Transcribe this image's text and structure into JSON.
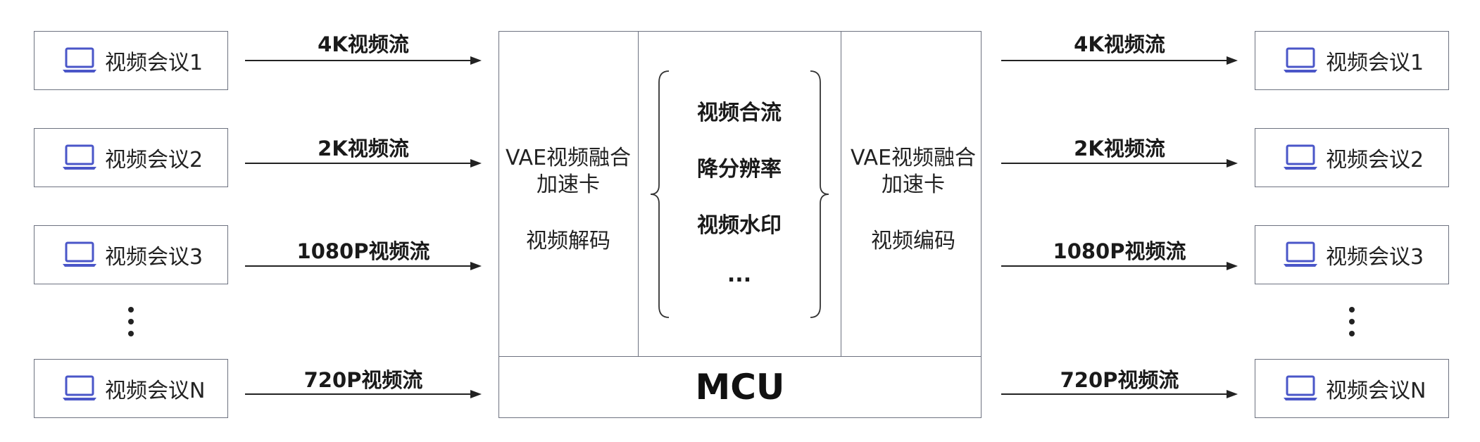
{
  "left_nodes": [
    "视频会议1",
    "视频会议2",
    "视频会议3",
    "视频会议N"
  ],
  "right_nodes": [
    "视频会议1",
    "视频会议2",
    "视频会议3",
    "视频会议N"
  ],
  "streams_in": [
    "4K视频流",
    "2K视频流",
    "1080P视频流",
    "720P视频流"
  ],
  "streams_out": [
    "4K视频流",
    "2K视频流",
    "1080P视频流",
    "720P视频流"
  ],
  "mcu": {
    "title": "MCU",
    "left_card": {
      "line1": "VAE视频融合",
      "line2": "加速卡",
      "function": "视频解码"
    },
    "right_card": {
      "line1": "VAE视频融合",
      "line2": "加速卡",
      "function": "视频编码"
    },
    "processing": [
      "视频合流",
      "降分辨率",
      "视频水印",
      "..."
    ]
  },
  "icon": "laptop-icon",
  "colors": {
    "icon": "#4a56c8",
    "border": "#6d7280",
    "text": "#222222"
  }
}
